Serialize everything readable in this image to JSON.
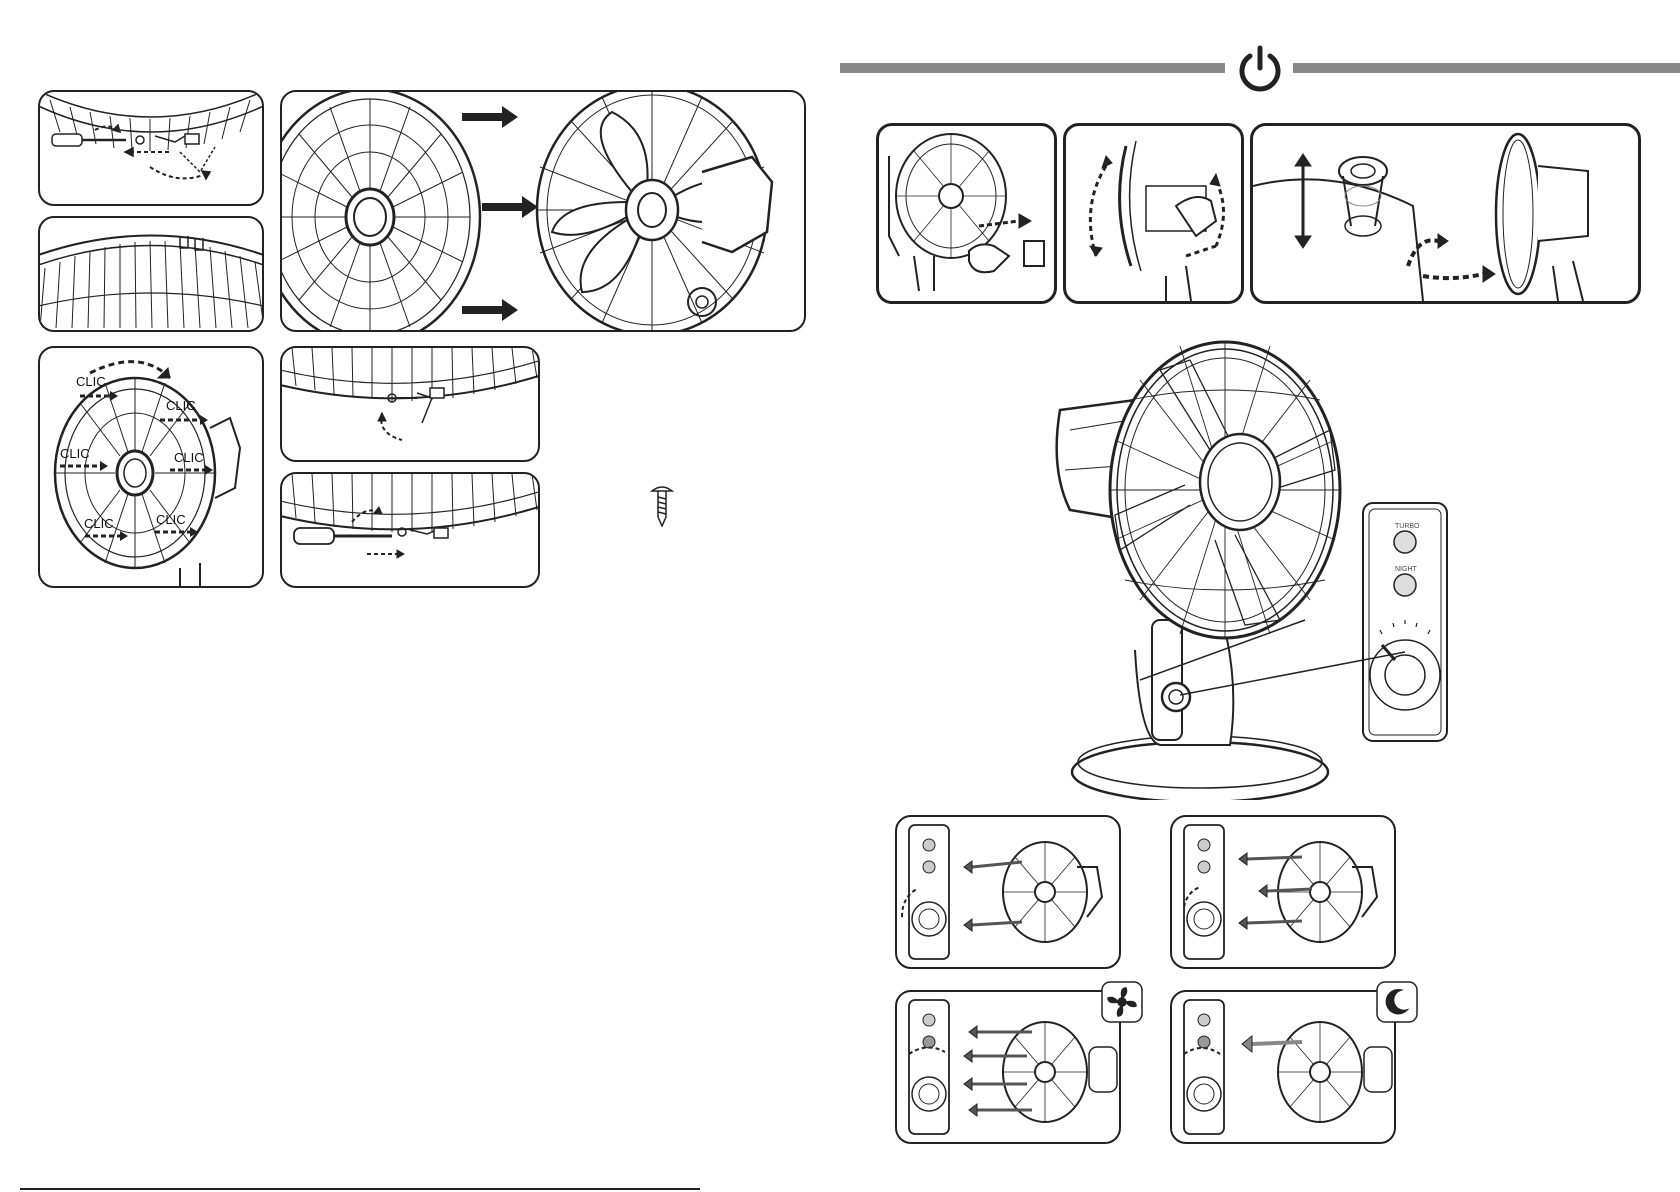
{
  "clic_labels": [
    "CLIC",
    "CLIC",
    "CLIC",
    "CLIC",
    "CLIC",
    "CLIC"
  ],
  "button_labels": {
    "turbo": "TURBO",
    "night": "NIGHT"
  },
  "icons": [
    "power-icon",
    "screw-icon",
    "fan-icon",
    "moon-icon"
  ],
  "colors": {
    "line": "#222222",
    "bar": "#888888",
    "background": "#ffffff"
  }
}
